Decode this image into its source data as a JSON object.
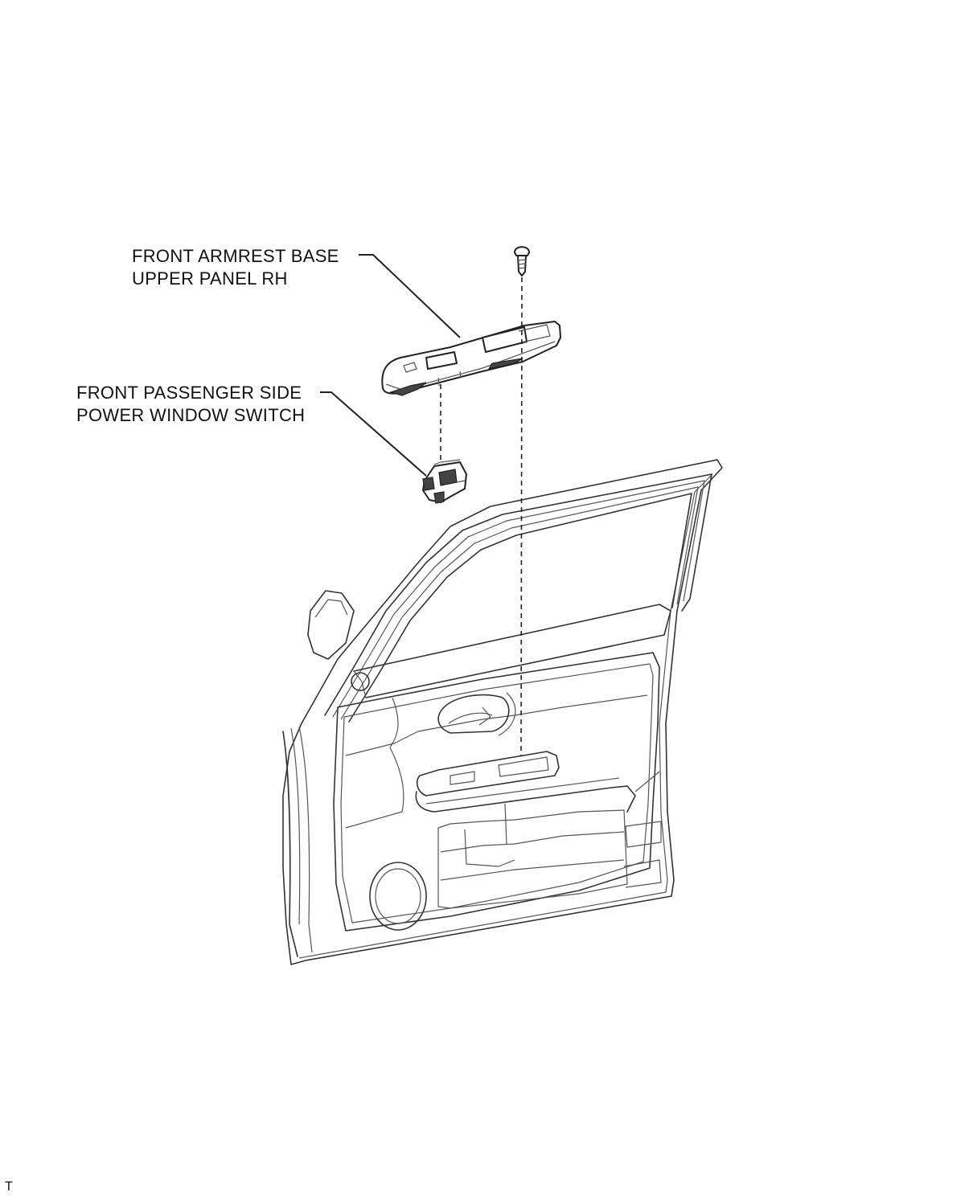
{
  "labels": {
    "armrest_panel": {
      "line1": "FRONT ARMREST BASE",
      "line2": "UPPER PANEL RH"
    },
    "window_switch": {
      "line1": "FRONT PASSENGER SIDE",
      "line2": "POWER WINDOW SWITCH"
    }
  },
  "footer": {
    "code": "T"
  }
}
